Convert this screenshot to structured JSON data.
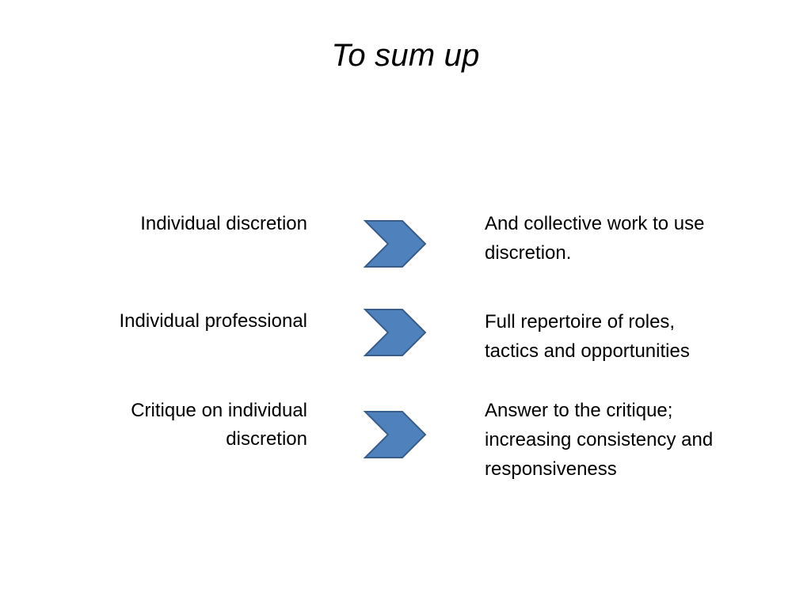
{
  "slide": {
    "title": "To sum up",
    "rows": [
      {
        "left": "Individual discretion",
        "right_lines": [
          "And collective work to use",
          "discretion."
        ]
      },
      {
        "left": "Individual professional",
        "right_lines": [
          "Full repertoire of roles,",
          "tactics and opportunities"
        ]
      },
      {
        "left_lines": [
          "Critique on individual",
          "discretion"
        ],
        "right_lines": [
          "Answer to  the critique;",
          "increasing consistency and",
          "responsiveness"
        ]
      }
    ]
  },
  "colors": {
    "chevron_fill": "#4f81bd",
    "chevron_stroke": "#385d8a"
  }
}
